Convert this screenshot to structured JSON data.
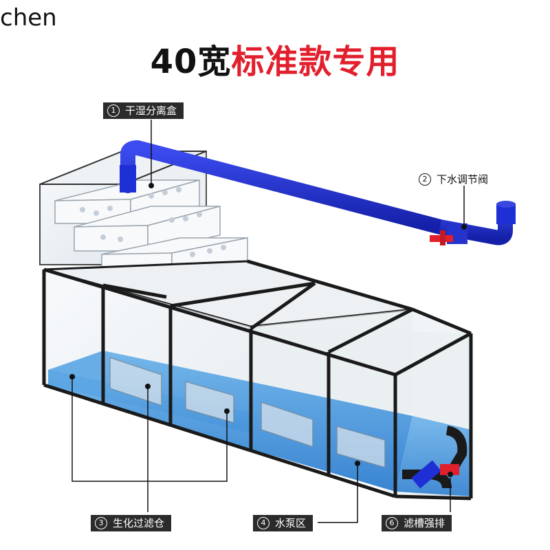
{
  "watermark": "chen",
  "title": {
    "part1": "40宽",
    "part2": "标准款专用"
  },
  "labels": {
    "l1": {
      "num": "1",
      "text": "干湿分离盒"
    },
    "l2": {
      "num": "2",
      "text": "下水调节阀"
    },
    "l3": {
      "num": "3",
      "text": "生化过滤仓"
    },
    "l4": {
      "num": "4",
      "text": "水泵区"
    },
    "l6": {
      "num": "6",
      "text": "滤槽强排"
    }
  },
  "colors": {
    "pipe": "#1f2fd6",
    "valve": "#e2202d",
    "water": "#4a9be0",
    "frame": "#1a1a1a",
    "label_bg": "#2b2b2b"
  }
}
